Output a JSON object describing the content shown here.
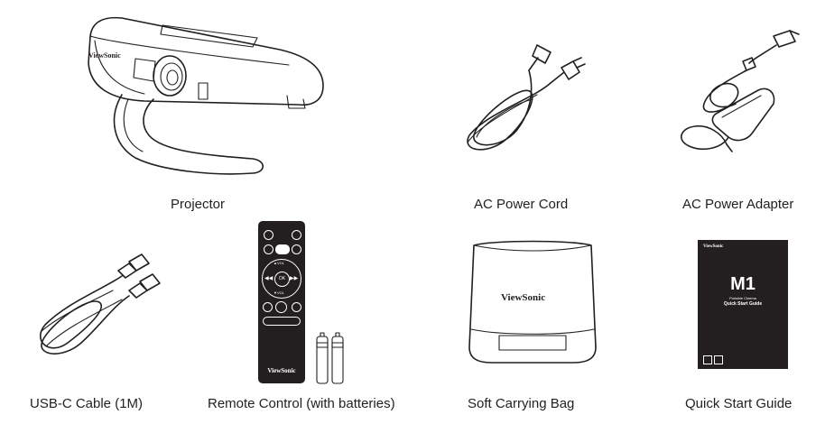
{
  "brand": "ViewSonic",
  "items": [
    {
      "label": "Projector"
    },
    {
      "label": "AC Power Cord"
    },
    {
      "label": "AC Power Adapter"
    },
    {
      "label": "USB-C Cable (1M)"
    },
    {
      "label": "Remote Control (with batteries)"
    },
    {
      "label": "Soft Carrying Bag"
    },
    {
      "label": "Quick Start Guide"
    }
  ],
  "remote": {
    "ok_label": "OK",
    "up_label": "▲VOL",
    "down_label": "▼VOL"
  },
  "guide": {
    "model": "M1",
    "subtitle": "Portable Cinema",
    "title": "Quick Start Guide"
  }
}
